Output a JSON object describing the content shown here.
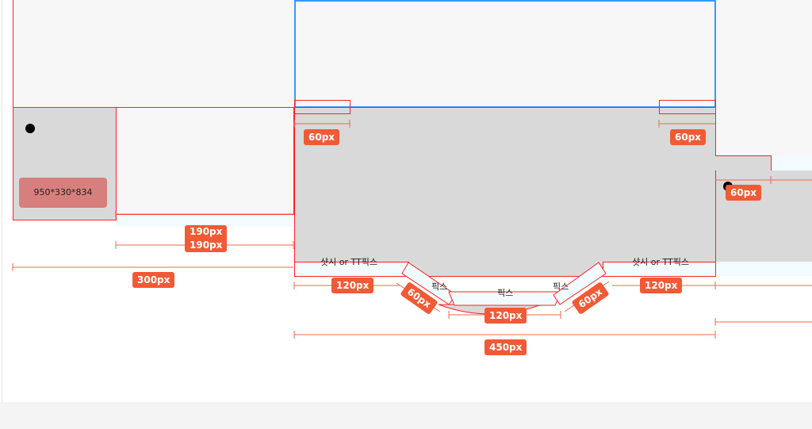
{
  "canvas": {
    "colors": {
      "accent": "#f05a35",
      "outline": "#ff2222",
      "selection": "#3399ff",
      "fill": "#d9d9d9",
      "swatch": "#d77f7d"
    },
    "spec_tag": "950*330*834",
    "labels": {
      "sash_left": "샷시 or TT픽스",
      "sash_right": "샷시 or TT픽스",
      "fix_left": "픽스",
      "fix_center": "픽스",
      "fix_right": "픽스"
    },
    "dimensions": {
      "top_left_60": "60px",
      "top_right_60": "60px",
      "right_60": "60px",
      "w190_a": "190px",
      "w190_b": "190px",
      "w300": "300px",
      "left_120": "120px",
      "right_120": "120px",
      "center_120": "120px",
      "diag_left_60": "60px",
      "diag_right_60": "60px",
      "total_450": "450px"
    }
  }
}
